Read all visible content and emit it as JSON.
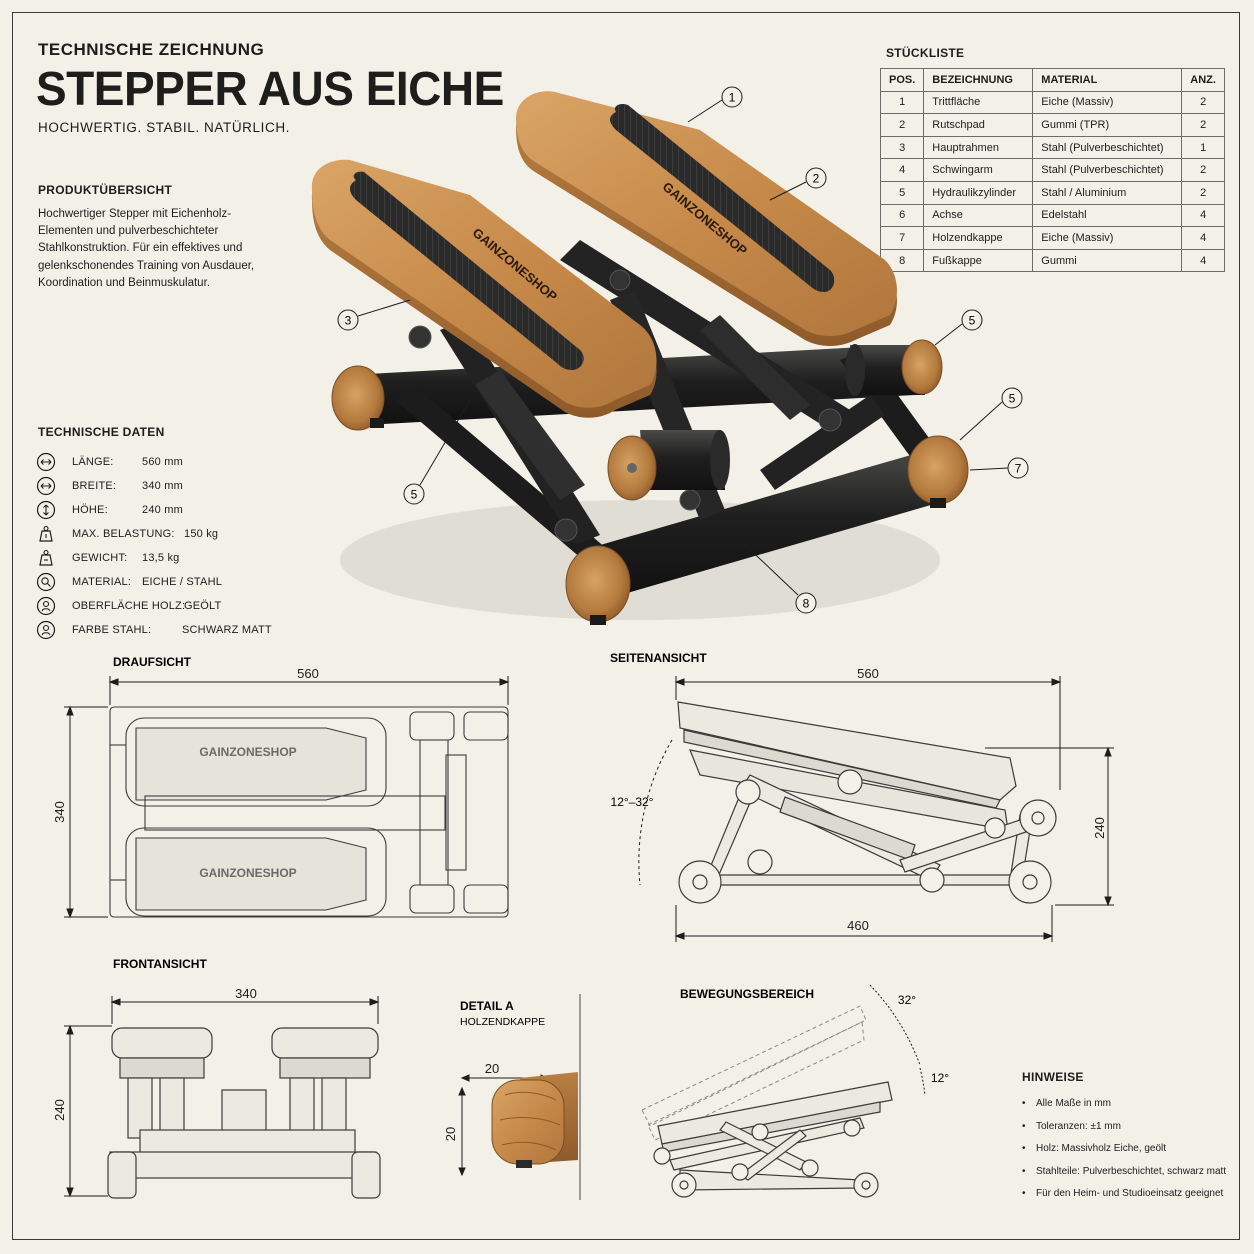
{
  "header": {
    "kicker": "TECHNISCHE ZEICHNUNG",
    "title": "STEPPER AUS EICHE",
    "subtitle": "HOCHWERTIG. STABIL. NATÜRLICH."
  },
  "overview": {
    "heading": "PRODUKTÜBERSICHT",
    "text": "Hochwertiger Stepper mit Eichenholz-Elementen und pulverbeschichteter Stahlkonstruktion. Für ein effektives und gelenkschonendes Training von Ausdauer, Koordination und Beinmuskulatur."
  },
  "specs": {
    "heading": "TECHNISCHE DATEN",
    "items": [
      {
        "icon": "length-arrow-icon",
        "label": "LÄNGE:",
        "value": "560 mm"
      },
      {
        "icon": "width-arrow-icon",
        "label": "BREITE:",
        "value": "340 mm"
      },
      {
        "icon": "height-arrow-icon",
        "label": "HÖHE:",
        "value": "240 mm"
      },
      {
        "icon": "weight-load-icon",
        "label": "MAX. BELASTUNG:",
        "value": "150 kg"
      },
      {
        "icon": "weight-icon",
        "label": "GEWICHT:",
        "value": "13,5 kg"
      },
      {
        "icon": "material-icon",
        "label": "MATERIAL:",
        "value": "EICHE / STAHL"
      },
      {
        "icon": "surface-icon",
        "label": "OBERFLÄCHE HOLZ:",
        "value": "GEÖLT"
      },
      {
        "icon": "color-icon",
        "label": "FARBE STAHL:",
        "value": "SCHWARZ MATT"
      }
    ]
  },
  "bom": {
    "heading": "STÜCKLISTE",
    "columns": [
      "POS.",
      "BEZEICHNUNG",
      "MATERIAL",
      "ANZ."
    ],
    "rows": [
      [
        "1",
        "Trittfläche",
        "Eiche (Massiv)",
        "2"
      ],
      [
        "2",
        "Rutschpad",
        "Gummi (TPR)",
        "2"
      ],
      [
        "3",
        "Hauptrahmen",
        "Stahl (Pulverbeschichtet)",
        "1"
      ],
      [
        "4",
        "Schwingarm",
        "Stahl (Pulverbeschichtet)",
        "2"
      ],
      [
        "5",
        "Hydraulikzylinder",
        "Stahl / Aluminium",
        "2"
      ],
      [
        "6",
        "Achse",
        "Edelstahl",
        "4"
      ],
      [
        "7",
        "Holzendkappe",
        "Eiche (Massiv)",
        "4"
      ],
      [
        "8",
        "Fußkappe",
        "Gummi",
        "4"
      ]
    ]
  },
  "callouts": [
    "1",
    "2",
    "3",
    "5",
    "5",
    "5",
    "7",
    "8"
  ],
  "brand": "GAINZONESHOP",
  "views": {
    "top": {
      "heading": "DRAUFSICHT",
      "dim_w": "560",
      "dim_h": "340"
    },
    "side": {
      "heading": "SEITENANSICHT",
      "dim_w": "560",
      "dim_h": "240",
      "dim_base": "460",
      "angle": "12°–32°"
    },
    "front": {
      "heading": "FRONTANSICHT",
      "dim_w": "340",
      "dim_h": "240"
    },
    "detail": {
      "heading": "DETAIL A",
      "sub": "HOLZENDKAPPE",
      "dim_a": "20",
      "dim_b": "20"
    },
    "motion": {
      "heading": "BEWEGUNGSBEREICH",
      "angle_max": "32°",
      "angle_min": "12°"
    }
  },
  "notes": {
    "heading": "HINWEISE",
    "items": [
      "Alle Maße in mm",
      "Toleranzen: ±1 mm",
      "Holz: Massivholz Eiche, geölt",
      "Stahlteile: Pulverbeschichtet, schwarz matt",
      "Für den Heim- und Studioeinsatz geeignet"
    ]
  },
  "colors": {
    "paper": "#f3f0e8",
    "ink": "#1d1d1b",
    "oak": "#c98e4f",
    "steel": "#1e1e1e",
    "rubber": "#2b2b2b"
  }
}
